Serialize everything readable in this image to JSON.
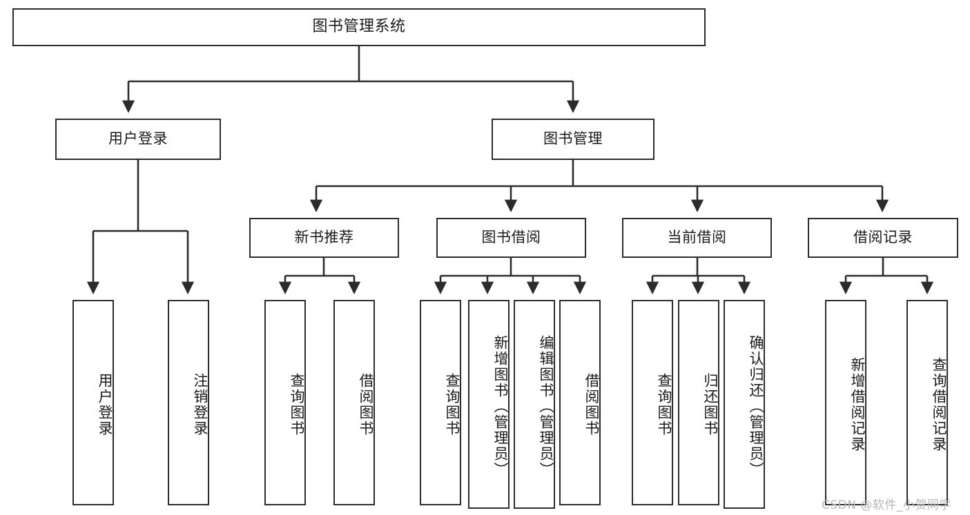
{
  "diagram": {
    "title": "图书管理系统",
    "type": "hierarchy-tree",
    "orientation": "top-down",
    "colors": {
      "node_border": "#2b2b2b",
      "node_fill": "#ffffff",
      "edge": "#2b2b2b",
      "text": "#1a1a1a",
      "watermark": "#b8b8b8",
      "background": "#ffffff"
    },
    "levels": 3
  },
  "watermark": {
    "text": "CSDN @软件_小贺同学"
  },
  "nodes": {
    "root": {
      "label": "图书管理系统",
      "level": 0
    },
    "level1": [
      {
        "id": "user-login",
        "label": "用户登录",
        "level": 1
      },
      {
        "id": "book-management",
        "label": "图书管理",
        "level": 1
      }
    ],
    "level2": [
      {
        "id": "new-book-recommend",
        "label": "新书推荐",
        "parent": "book-management",
        "level": 2
      },
      {
        "id": "book-borrow",
        "label": "图书借阅",
        "parent": "book-management",
        "level": 2
      },
      {
        "id": "current-borrow",
        "label": "当前借阅",
        "parent": "book-management",
        "level": 2
      },
      {
        "id": "borrow-record",
        "label": "借阅记录",
        "parent": "book-management",
        "level": 2
      }
    ],
    "leaves": [
      {
        "id": "leaf-user-login",
        "label": "用户登录",
        "parent": "user-login"
      },
      {
        "id": "leaf-logout-login",
        "label": "注销登录",
        "parent": "user-login"
      },
      {
        "id": "leaf-query-book-1",
        "label": "查询图书",
        "parent": "new-book-recommend"
      },
      {
        "id": "leaf-borrow-book-1",
        "label": "借阅图书",
        "parent": "new-book-recommend"
      },
      {
        "id": "leaf-query-book-2",
        "label": "查询图书",
        "parent": "book-borrow"
      },
      {
        "id": "leaf-add-book",
        "label": "新增图书（管理员）",
        "parent": "book-borrow"
      },
      {
        "id": "leaf-edit-book",
        "label": "编辑图书（管理员）",
        "parent": "book-borrow"
      },
      {
        "id": "leaf-borrow-book-2",
        "label": "借阅图书",
        "parent": "book-borrow"
      },
      {
        "id": "leaf-query-book-3",
        "label": "查询图书",
        "parent": "current-borrow"
      },
      {
        "id": "leaf-return-book",
        "label": "归还图书",
        "parent": "current-borrow"
      },
      {
        "id": "leaf-confirm-return",
        "label": "确认归还（管理员）",
        "parent": "current-borrow"
      },
      {
        "id": "leaf-add-record",
        "label": "新增借阅记录",
        "parent": "borrow-record"
      },
      {
        "id": "leaf-query-record",
        "label": "查询借阅记录",
        "parent": "borrow-record"
      }
    ]
  }
}
